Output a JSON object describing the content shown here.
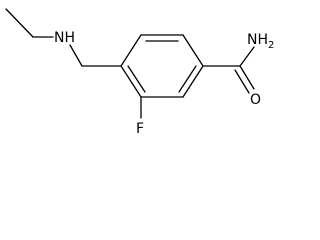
{
  "molecule": {
    "atom_labels": {
      "amine_nitrogen": "NH",
      "amide_nitrogen": "NH",
      "amide_nitrogen_subscript": "2",
      "amide_oxygen": "O",
      "fluorine": "F"
    },
    "colors": {
      "ink": "#000000",
      "background": "#ffffff"
    }
  }
}
